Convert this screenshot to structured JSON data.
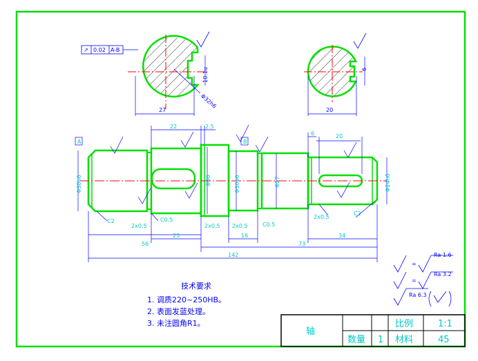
{
  "gtol": {
    "symbol": "↗",
    "value": "0.02",
    "datum": "A-B"
  },
  "section_left": {
    "width": "27",
    "depth": "10.1u",
    "hole": "Φ32h6"
  },
  "section_right": {
    "width": "20",
    "depth": "6"
  },
  "main_dims": {
    "d22": "22",
    "d2_5": "2.5",
    "d6": "6",
    "d20": "20",
    "phi30": "Φ30h6",
    "phi36": "Φ36",
    "phi30b": "Φ30h6",
    "phi27": "Φ27",
    "phi24": "Φ24h6",
    "ch2a": "C2",
    "ch05a": "2x0.5",
    "ch05b": "C0.5",
    "ch05c": "2x0.5",
    "ch05d": "2x0.5",
    "ch05e": "C0.5",
    "ch05f": "2x0.5",
    "ch2b": "C2",
    "l56": "56",
    "l25": "25",
    "l16": "16",
    "l73": "73",
    "l34": "34",
    "l142": "142",
    "datum_a": "A",
    "datum_b": "B"
  },
  "roughness": {
    "r1": "Ra 1.6",
    "r2": "Ra 3.2",
    "r3": "Ra 6.3"
  },
  "notes": {
    "title": "技术要求",
    "items": [
      "1. 调质220~250HB。",
      "2. 表面发蓝处理。",
      "3. 未注圆角R1。"
    ]
  },
  "title_block": {
    "name": "轴",
    "scale_label": "比例",
    "scale_value": "1:1",
    "qty_label": "数量",
    "qty_value": "1",
    "material_label": "材料",
    "material_value": "45"
  },
  "colors": {
    "frame": "#00e000",
    "dim": "#0000ff",
    "center": "#ff0000",
    "hatch": "#000000",
    "aux": "#00c8c8"
  }
}
